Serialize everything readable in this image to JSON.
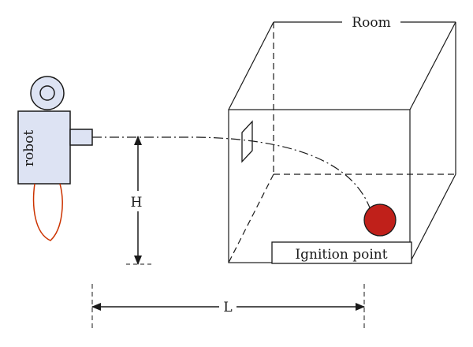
{
  "labels": {
    "room": "Room",
    "robot": "robot",
    "height": "H",
    "distance": "L",
    "ignition_point": "Ignition point"
  },
  "colors": {
    "robot_body": "#dde3f3",
    "robot_hose": "#cc3300",
    "ignition_ball": "#c0201a",
    "line": "#1a1a1a"
  }
}
